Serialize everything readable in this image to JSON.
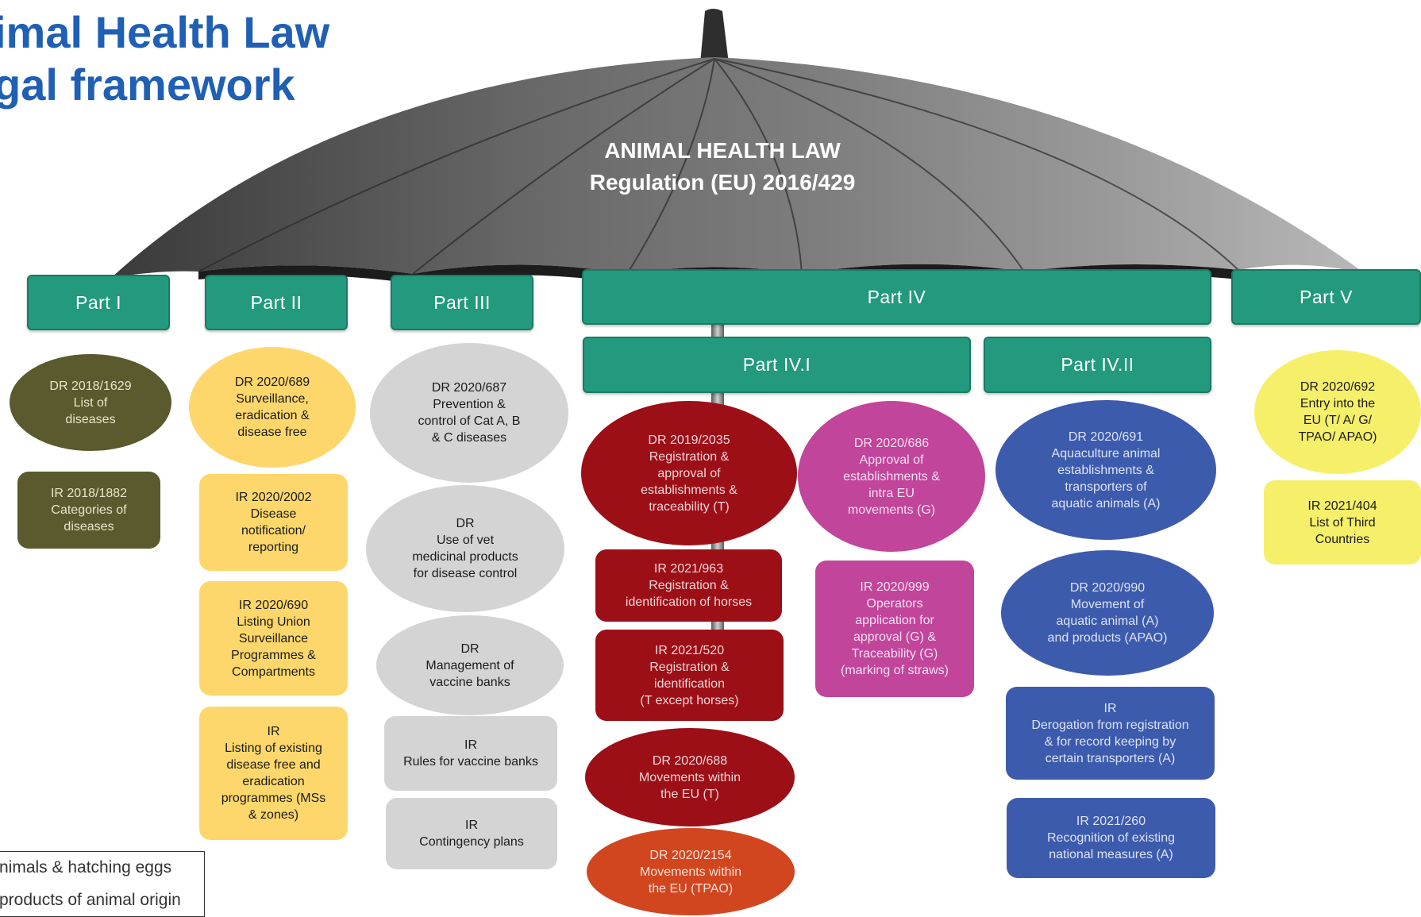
{
  "header": {
    "title_line1": "imal Health Law",
    "title_line2": "gal framework"
  },
  "umbrella": {
    "line1": "ANIMAL HEALTH LAW",
    "line2": "Regulation (EU) 2016/429"
  },
  "parts": {
    "part1": "Part I",
    "part2": "Part II",
    "part3": "Part III",
    "part4": "Part IV",
    "part4_1": "Part IV.I",
    "part4_2": "Part IV.II",
    "part5": "Part V"
  },
  "acts": {
    "p1_dr": [
      "DR 2018/1629",
      "List of",
      "diseases"
    ],
    "p1_ir": [
      "IR 2018/1882",
      "Categories of",
      "diseases"
    ],
    "p2_dr": [
      "DR 2020/689",
      "Surveillance,",
      "eradication &",
      "disease free"
    ],
    "p2_ir1": [
      "IR 2020/2002",
      "Disease",
      "notification/",
      "reporting"
    ],
    "p2_ir2": [
      "IR 2020/690",
      "Listing Union",
      "Surveillance",
      "Programmes &",
      "Compartments"
    ],
    "p2_ir3": [
      "IR",
      "Listing of existing",
      "disease free and",
      "eradication",
      "programmes (MSs",
      "& zones)"
    ],
    "p3_dr1": [
      "DR 2020/687",
      "Prevention &",
      "control of Cat A, B",
      "& C diseases"
    ],
    "p3_dr2": [
      "DR",
      "Use of vet",
      "medicinal products",
      "for disease control"
    ],
    "p3_dr3": [
      "DR",
      "Management of",
      "vaccine banks"
    ],
    "p3_ir1": [
      "IR",
      "Rules for vaccine banks"
    ],
    "p3_ir2": [
      "IR",
      "Contingency plans"
    ],
    "p41_dr1": [
      "DR 2019/2035",
      "Registration &",
      "approval of",
      "establishments &",
      "traceability (T)"
    ],
    "p41_ir1": [
      "IR 2021/963",
      "Registration &",
      "identification of horses"
    ],
    "p41_ir2": [
      "IR 2021/520",
      "Registration &",
      "identification",
      "(T except horses)"
    ],
    "p41_dr2": [
      "DR 2020/688",
      "Movements within",
      "the EU (T)"
    ],
    "p41_dr3": [
      "DR 2020/2154",
      "Movements within",
      "the EU (TPAO)"
    ],
    "p41_dr4": [
      "DR 2020/686",
      "Approval of",
      "establishments &",
      "intra EU",
      "movements (G)"
    ],
    "p41_ir3": [
      "IR 2020/999",
      "Operators",
      "application for",
      "approval (G) &",
      "Traceability (G)",
      "(marking of straws)"
    ],
    "p42_dr1": [
      "DR 2020/691",
      "Aquaculture animal",
      "establishments &",
      "transporters of",
      "aquatic animals (A)"
    ],
    "p42_dr2": [
      "DR 2020/990",
      "Movement of",
      "aquatic animal (A)",
      "and products (APAO)"
    ],
    "p42_ir1": [
      "IR",
      "Derogation from registration",
      "& for record keeping by",
      "certain transporters (A)"
    ],
    "p42_ir2": [
      "IR 2021/260",
      "Recognition of existing",
      "national measures (A)"
    ],
    "p5_dr": [
      "DR 2020/692",
      "Entry into the",
      "EU (T/ A/ G/",
      "TPAO/ APAO)"
    ],
    "p5_ir": [
      "IR 2021/404",
      "List of Third",
      "Countries"
    ]
  },
  "legend": {
    "row1": "nimals & hatching eggs",
    "row2": "products of animal origin"
  },
  "colors": {
    "title": "#1f5fb4",
    "bar": "#239a7d",
    "olive": "#5a5a2e",
    "yellow": "#fdd76b",
    "gray": "#d4d4d4",
    "red": "#9c0f17",
    "orange": "#d1461f",
    "magenta": "#c1459b",
    "blue": "#3d5bad",
    "light_yellow": "#f6ef6a"
  }
}
